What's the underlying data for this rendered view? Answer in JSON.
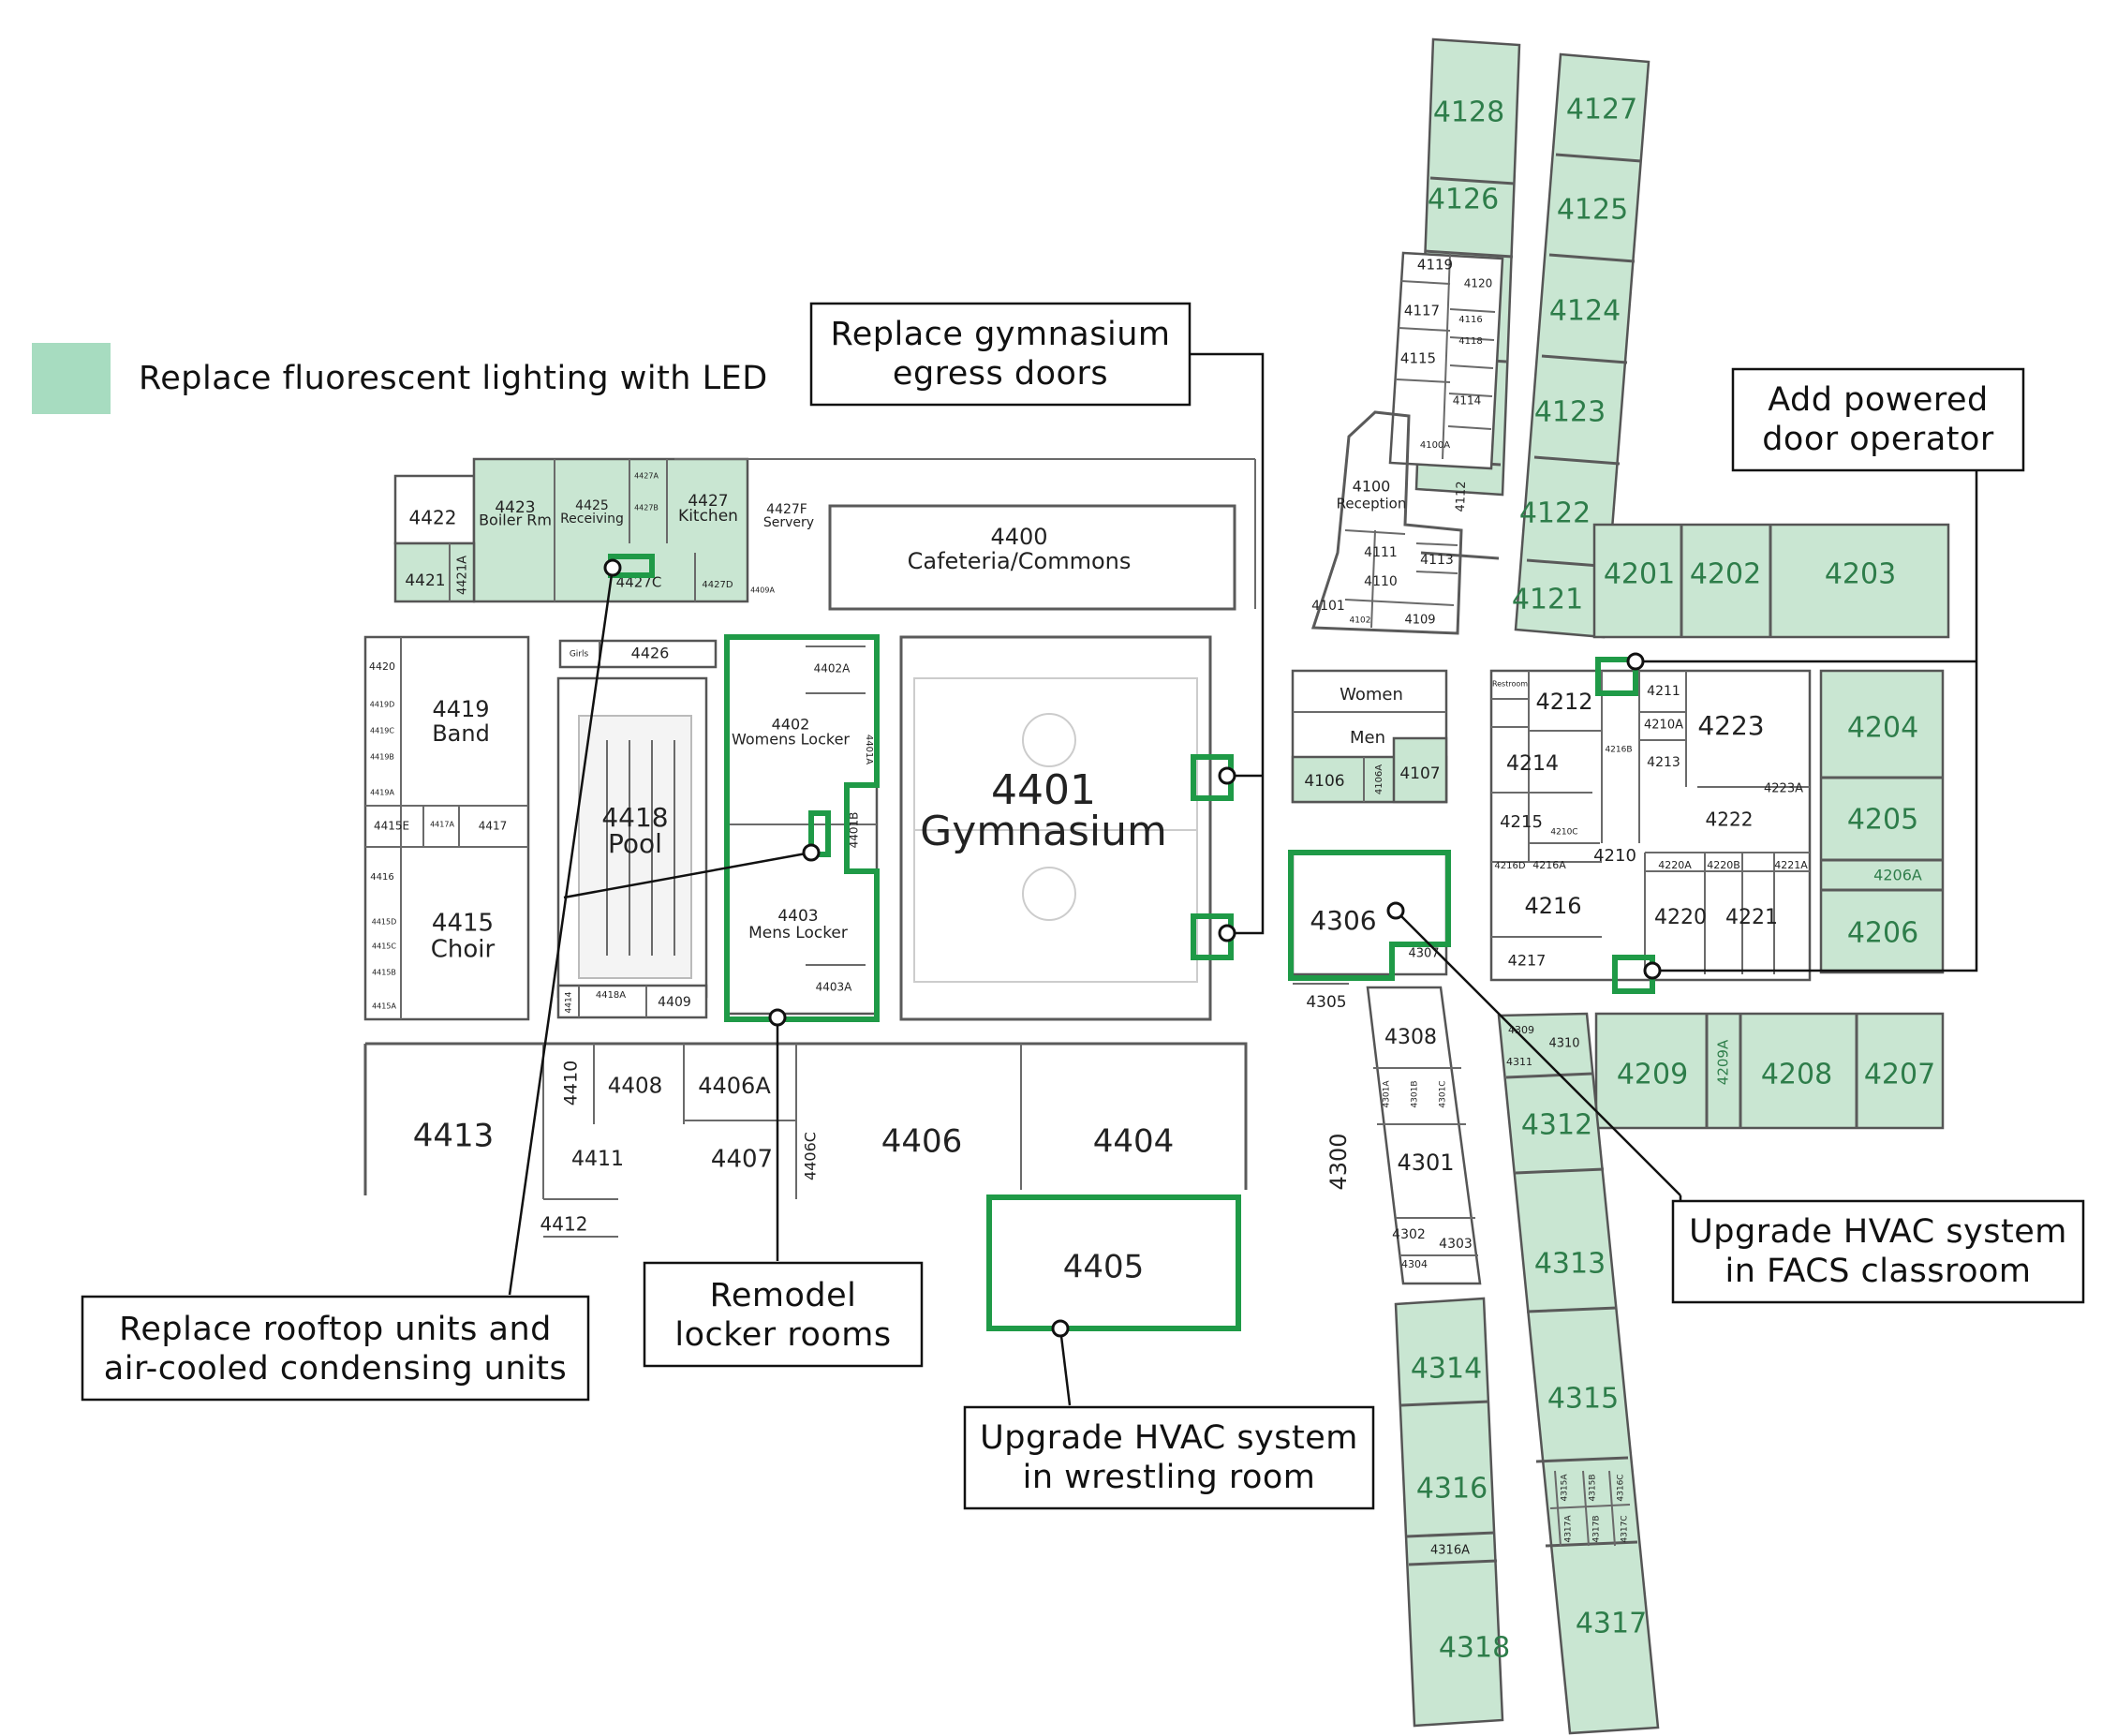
{
  "legend": {
    "swatch_color": "#a7dcc0",
    "label": "Replace fluorescent lighting with LED"
  },
  "colors": {
    "led_fill": "#c9e6d2",
    "highlight": "#1f9a47"
  },
  "callouts": {
    "gym_doors": [
      "Replace gymnasium",
      "egress doors"
    ],
    "powered_door": [
      "Add powered",
      "door operator"
    ],
    "hvac_facs": [
      "Upgrade HVAC system",
      "in FACS classroom"
    ],
    "hvac_wrestling": [
      "Upgrade HVAC system",
      "in wrestling room"
    ],
    "locker": [
      "Remodel",
      "locker rooms"
    ],
    "rooftop": [
      "Replace rooftop units and",
      "air-cooled condensing units"
    ]
  },
  "rooms": {
    "r4128": "4128",
    "r4127": "4127",
    "r4126": "4126",
    "r4125": "4125",
    "r4124": "4124",
    "r4123": "4123",
    "r4122": "4122",
    "r4121": "4121",
    "r4119": "4119",
    "r4120": "4120",
    "r4117": "4117",
    "r4116": "4116",
    "r4115": "4115",
    "r4118": "4118",
    "r4114": "4114",
    "r4100a": "4100A",
    "r4112": "4112",
    "r4100": "4100",
    "reception": "Reception",
    "r4111": "4111",
    "r4113": "4113",
    "r4110": "4110",
    "r4101": "4101",
    "r4109": "4109",
    "r4102": "4102",
    "r4201": "4201",
    "r4202": "4202",
    "r4203": "4203",
    "r4204": "4204",
    "r4205": "4205",
    "r4206a": "4206A",
    "r4206": "4206",
    "r4207": "4207",
    "r4208": "4208",
    "r4209a": "4209A",
    "r4209": "4209",
    "r4212": "4212",
    "r4211": "4211",
    "r4210a": "4210A",
    "r4223": "4223",
    "r4214": "4214",
    "r4213": "4213",
    "r4216b": "4216B",
    "r4223a": "4223A",
    "r4215": "4215",
    "r4210c": "4210C",
    "r4222": "4222",
    "r4210": "4210",
    "r4216d": "4216D",
    "r4216a": "4216A",
    "r4220a": "4220A",
    "r4220b": "4220B",
    "r4221a": "4221A",
    "r4216": "4216",
    "r4220": "4220",
    "r4221": "4221",
    "r4217": "4217",
    "restroom": "Restroom",
    "women": "Women",
    "men": "Men",
    "r4106": "4106",
    "r4106a": "4106A",
    "r4107": "4107",
    "r4306": "4306",
    "r4307": "4307",
    "r4305": "4305",
    "r4308": "4308",
    "r4301a": "4301A",
    "r4301b": "4301B",
    "r4301c": "4301C",
    "r4300": "4300",
    "r4301": "4301",
    "r4302": "4302",
    "r4303": "4303",
    "r4304": "4304",
    "r4309": "4309",
    "r4310": "4310",
    "r4311": "4311",
    "r4312": "4312",
    "r4313": "4313",
    "r4314": "4314",
    "r4315": "4315",
    "r4316": "4316",
    "r4316a": "4316A",
    "r4317": "4317",
    "r4318": "4318",
    "r4315a": "4315A",
    "r4315b": "4315B",
    "r4316c": "4316C",
    "r4317a": "4317A",
    "r4317b": "4317B",
    "r4317c": "4317C",
    "r4422": "4422",
    "r4423": "4423",
    "boiler": "Boiler Rm",
    "r4425": "4425",
    "receiving": "Receiving",
    "r4427a": "4427A",
    "r4427b": "4427B",
    "r4427": "4427",
    "kitchen": "Kitchen",
    "r4427f": "4427F",
    "servery": "Servery",
    "r4421": "4421",
    "r4421a": "4421A",
    "r4427c": "4427C",
    "r4427d": "4427D",
    "r4409a": "4409A",
    "r4400": "4400",
    "cafeteria": "Cafeteria/Commons",
    "girls": "Girls",
    "r4426": "4426",
    "r4420": "4420",
    "r4419d": "4419D",
    "r4419c": "4419C",
    "r4419b": "4419B",
    "r4419a": "4419A",
    "r4419": "4419",
    "band": "Band",
    "r4415e": "4415E",
    "r4417a": "4417A",
    "r4417": "4417",
    "r4416": "4416",
    "r4415d": "4415D",
    "r4415c": "4415C",
    "r4415b": "4415B",
    "r4415a": "4415A",
    "r4415": "4415",
    "choir": "Choir",
    "r4418": "4418",
    "pool": "Pool",
    "r4414": "4414",
    "r4418a": "4418A",
    "r4409": "4409",
    "r4402a": "4402A",
    "r4402": "4402",
    "womens_locker": "Womens Locker",
    "r4401a": "4401A",
    "r4401b": "4401B",
    "r4403": "4403",
    "mens_locker": "Mens Locker",
    "r4403a": "4403A",
    "r4401": "4401",
    "gymnasium": "Gymnasium",
    "r4413": "4413",
    "r4410": "4410",
    "r4408": "4408",
    "r4406a": "4406A",
    "r4411": "4411",
    "r4407": "4407",
    "r4406c": "4406C",
    "r4406": "4406",
    "r4404": "4404",
    "r4412": "4412",
    "r4405": "4405"
  }
}
